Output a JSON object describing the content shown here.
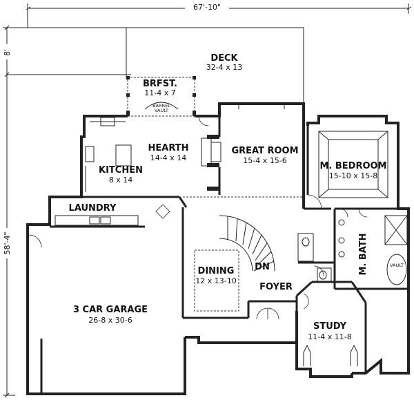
{
  "dimensions": {
    "overall_width": "67'-10\"",
    "overall_depth": "58'-4\"",
    "deck_offset": "8'"
  },
  "rooms": {
    "deck": {
      "name": "DECK",
      "size": "32-4 x 13"
    },
    "brfst": {
      "name": "BRFST.",
      "size": "11-4 x 7",
      "note_line1": "BARREL",
      "note_line2": "VAULT"
    },
    "hearth": {
      "name": "HEARTH",
      "size": "14-4 x 14"
    },
    "kitchen": {
      "name": "KITCHEN",
      "size": "8 x 14"
    },
    "great_room": {
      "name": "GREAT ROOM",
      "size": "15-4 x 15-6"
    },
    "m_bedroom": {
      "name": "M. BEDROOM",
      "size": "15-10 x 15-8"
    },
    "laundry": {
      "name": "LAUNDRY"
    },
    "m_bath": {
      "name": "M. BATH",
      "note": "VAULT"
    },
    "dining": {
      "name": "DINING",
      "size": "12 x 13-10"
    },
    "foyer": {
      "name": "FOYER",
      "stair_label": "DN"
    },
    "garage": {
      "name": "3 CAR GARAGE",
      "size": "26-8 x 30-6"
    },
    "study": {
      "name": "STUDY",
      "size": "11-4 x 11-8"
    }
  }
}
